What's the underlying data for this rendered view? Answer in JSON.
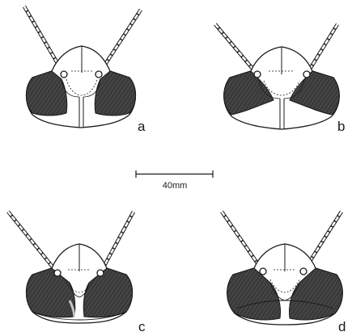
{
  "panels": [
    {
      "id": "a",
      "label": "a"
    },
    {
      "id": "b",
      "label": "b"
    },
    {
      "id": "c",
      "label": "c"
    },
    {
      "id": "d",
      "label": "d"
    }
  ],
  "scale_bar": {
    "label": "40mm"
  },
  "colors": {
    "ink": "#1a1a1a",
    "eye_fill": "#3d3d3d",
    "paper": "#ffffff"
  }
}
